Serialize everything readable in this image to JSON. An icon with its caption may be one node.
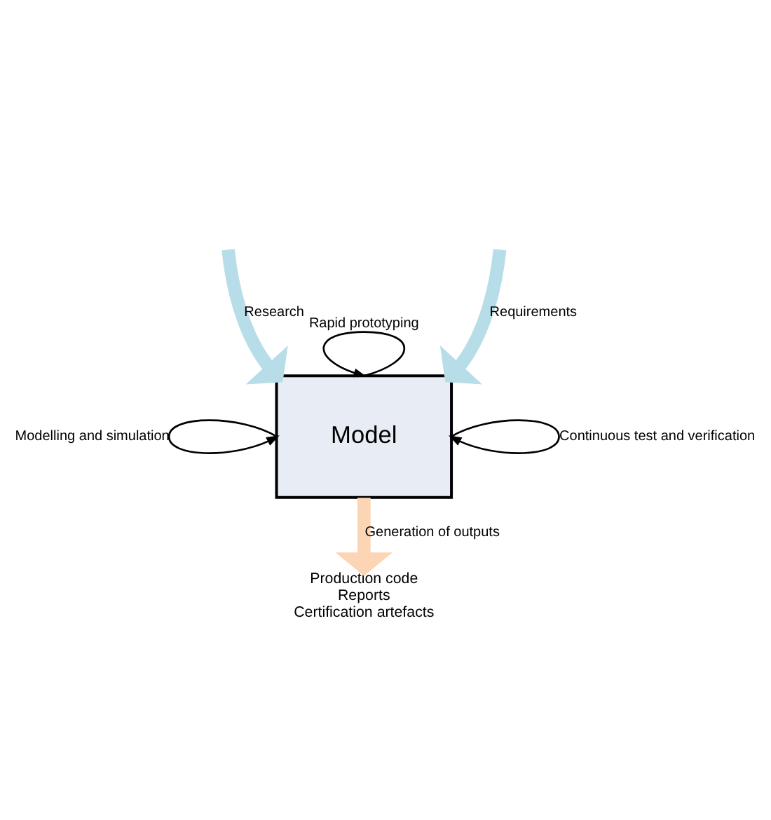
{
  "diagram": {
    "nodes": [
      {
        "text": [
          "Model"
        ]
      },
      {
        "text": [
          "Production code",
          "Reports",
          "Certification artefacts"
        ]
      }
    ],
    "edges": [
      {
        "from": null,
        "to": 0,
        "arrow": "to",
        "label": "Research",
        "style": "thick",
        "color": "#b7dee8"
      },
      {
        "from": 0,
        "to": 0,
        "arrow": "to",
        "label": "Rapid prototyping"
      },
      {
        "from": null,
        "to": 0,
        "arrow": "to",
        "label": "Requirements",
        "style": "thick",
        "color": "#b7dee8"
      },
      {
        "from": 0,
        "to": 0,
        "arrow": "to",
        "label": "Modelling and simulation"
      },
      {
        "from": 0,
        "to": 0,
        "arrow": "to",
        "label": "Continuous test and verification"
      },
      {
        "from": 0,
        "to": 1,
        "arrow": "to",
        "label": "Generation of outputs",
        "style": "thick",
        "color": "#fcd5b5"
      }
    ]
  }
}
